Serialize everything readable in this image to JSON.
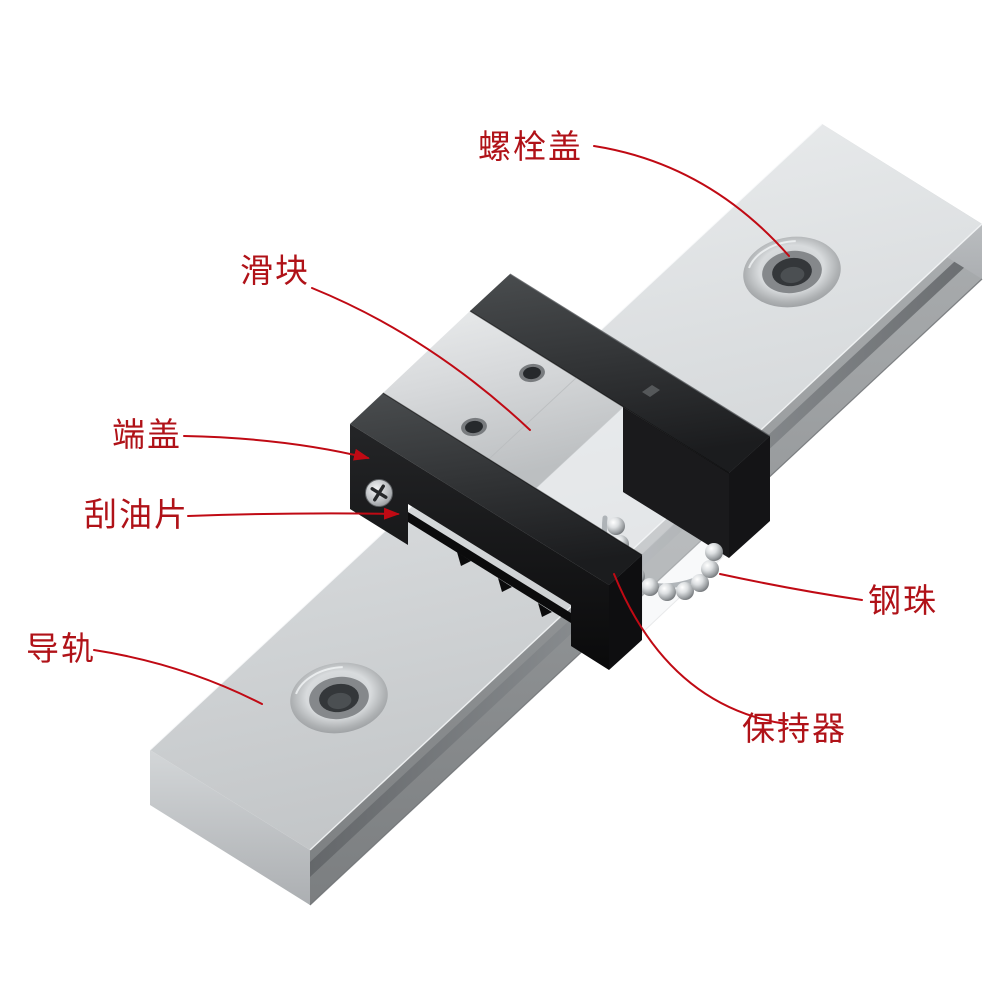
{
  "callouts": [
    {
      "id": "bolt-cover",
      "text": "螺栓盖"
    },
    {
      "id": "slider-block",
      "text": "滑块"
    },
    {
      "id": "end-cap",
      "text": "端盖"
    },
    {
      "id": "oil-wiper",
      "text": "刮油片"
    },
    {
      "id": "guide-rail",
      "text": "导轨"
    },
    {
      "id": "steel-balls",
      "text": "钢珠"
    },
    {
      "id": "retainer",
      "text": "保持器"
    }
  ],
  "colors": {
    "background": "#ffffff",
    "callout_text": "#b01218",
    "leader_line": "#c00a14",
    "rail_metal": "#d5d8da",
    "end_cap_black": "#161618",
    "ball_silver": "#c9cccf"
  }
}
